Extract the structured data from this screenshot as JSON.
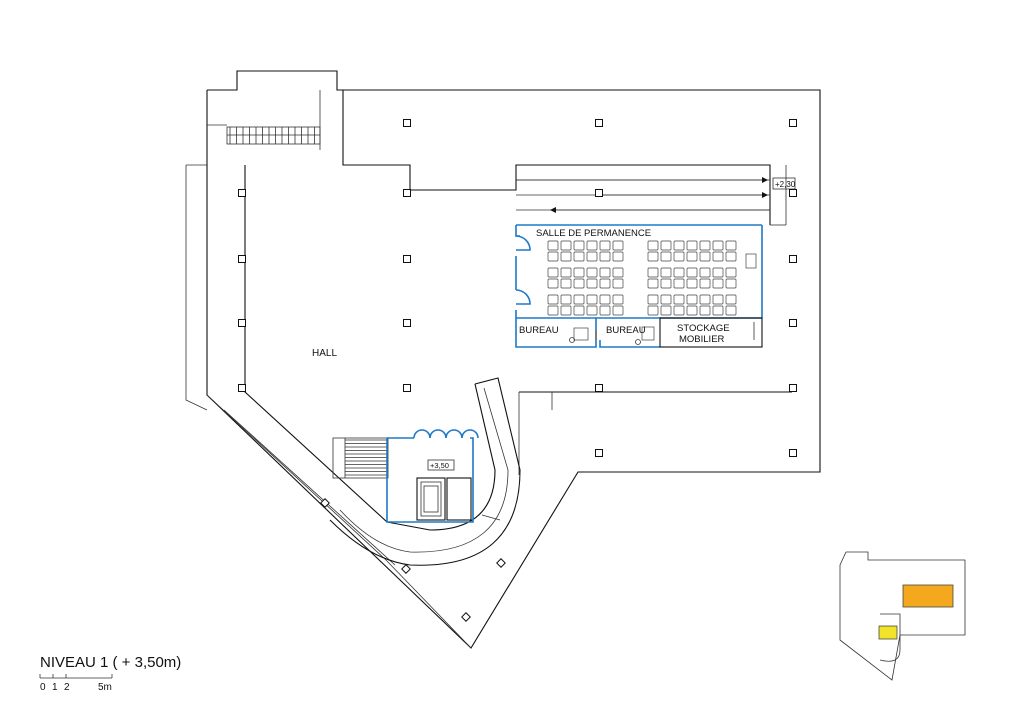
{
  "labels": {
    "hall": "HALL",
    "salle": "SALLE DE PERMANENCE",
    "bureau1": "BUREAU",
    "bureau2": "BUREAU",
    "stockage_line1": "STOCKAGE",
    "stockage_line2": "MOBILIER",
    "level_ramp": "+2,30",
    "level_stair": "+3,50"
  },
  "title": "NIVEAU 1 ( + 3,50m)",
  "scale": {
    "t0": "0",
    "t1": "1",
    "t2": "2",
    "t5": "5m"
  },
  "colors": {
    "partition_blue": "#1f78c8",
    "highlight_orange": "#f4a81d",
    "highlight_yellow": "#f2e32a"
  }
}
